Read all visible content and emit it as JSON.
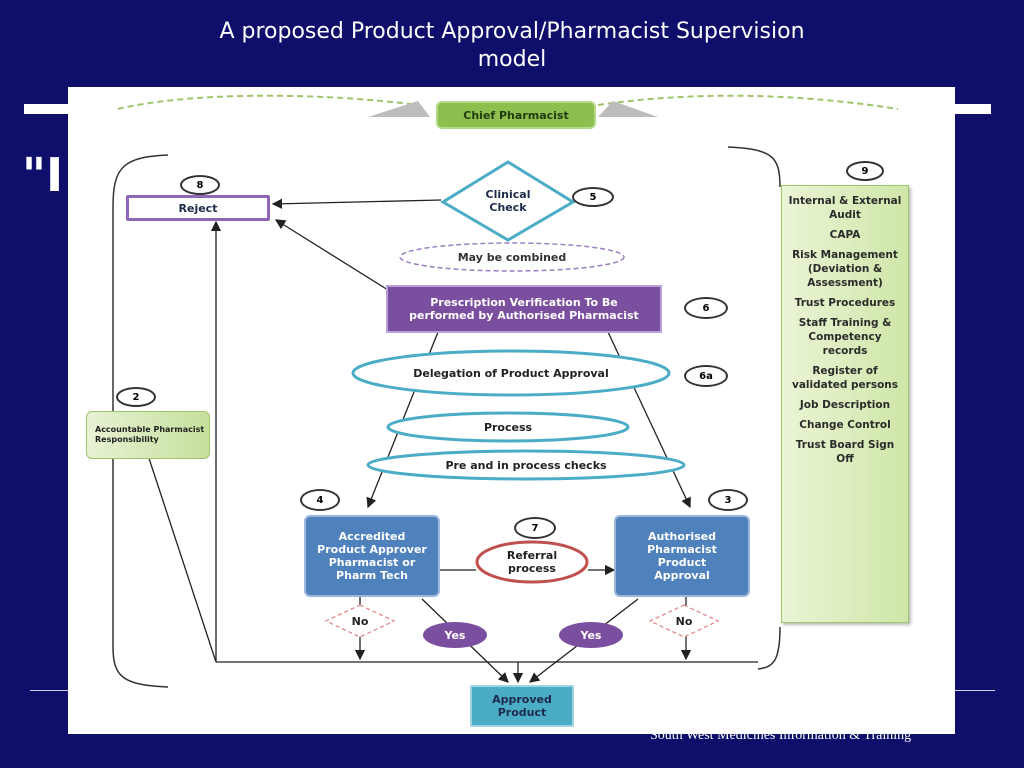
{
  "slide": {
    "title_line1": "A proposed Product Approval/Pharmacist Supervision",
    "title_line2": "model",
    "quote_fragment": "\"I",
    "footer": "South West Medicines Information & Training"
  },
  "diagram": {
    "chief_pharmacist": "Chief Pharmacist",
    "clinical_check": "Clinical Check",
    "may_be_combined": "May be combined",
    "prescription_verification": "Prescription Verification To Be performed by Authorised Pharmacist",
    "delegation": "Delegation of Product Approval",
    "process": "Process",
    "pre_in_process": "Pre and in process checks",
    "reject": "Reject",
    "accountable": "Accountable Pharmacist Responsibility",
    "accredited": "Accredited Product Approver Pharmacist or Pharm Tech",
    "referral": "Referral process",
    "authorised": "Authorised Pharmacist Product Approval",
    "no_left": "No",
    "no_right": "No",
    "yes_left": "Yes",
    "yes_right": "Yes",
    "approved_product": "Approved Product",
    "numbers": {
      "n2": "2",
      "n3": "3",
      "n4": "4",
      "n5": "5",
      "n6": "6",
      "n6a": "6a",
      "n7": "7",
      "n8": "8",
      "n9": "9"
    },
    "side_items": [
      "Internal & External Audit",
      "CAPA",
      "Risk Management (Deviation & Assessment)",
      "Trust Procedures",
      "Staff Training & Competency records",
      "Register of validated persons",
      "Job Description",
      "Change Control",
      "Trust Board Sign Off"
    ]
  },
  "colors": {
    "background": "#0f0f6b",
    "green_box": "#8cbf4e",
    "purple": "#7a4fa0",
    "blue_box": "#4f81bd",
    "teal": "#4bacc6",
    "red_outline": "#c0504d"
  }
}
